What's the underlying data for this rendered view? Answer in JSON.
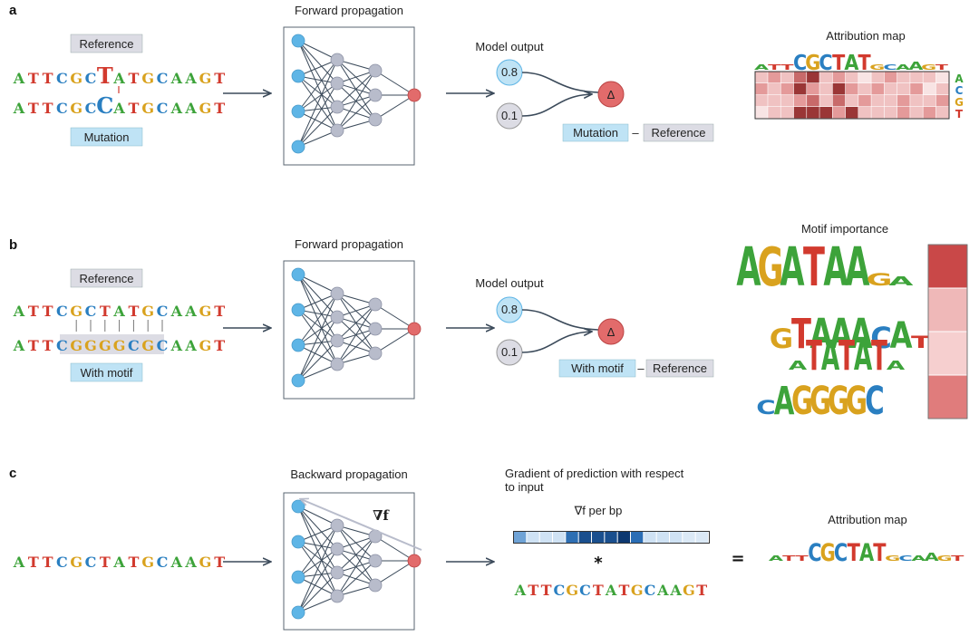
{
  "panels": {
    "a": {
      "letter": "a",
      "reference_label": "Reference",
      "mutation_label": "Mutation",
      "reference_seq": "ATTCGCTATGCAAGT",
      "mutation_seq": "ATTCGCCATGCAAGT",
      "step_title": "Forward propagation",
      "output_title": "Model output",
      "output_high": "0.8",
      "output_low": "0.1",
      "delta": "Δ",
      "diff_left": "Mutation",
      "diff_minus": "–",
      "diff_right": "Reference",
      "map_title": "Attribution map",
      "map_seq": "ATTCGCTATGCAAGT",
      "map_rows": [
        "A",
        "C",
        "G",
        "T"
      ]
    },
    "b": {
      "letter": "b",
      "reference_label": "Reference",
      "motif_label": "With motif",
      "reference_seq": "ATTCGCTATGCAAGT",
      "motif_seq": "ATTCGGGGCGCAAGT",
      "step_title": "Forward propagation",
      "output_title": "Model output",
      "output_high": "0.8",
      "output_low": "0.1",
      "delta": "Δ",
      "diff_left": "With motif",
      "diff_minus": "–",
      "diff_right": "Reference",
      "importance_title": "Motif importance",
      "motifs": [
        "AGATAAGA",
        "GTAAACAT",
        "ATATATA",
        "CAGGGGC"
      ]
    },
    "c": {
      "letter": "c",
      "input_seq": "ATTCGCTATGCAAGT",
      "step_title": "Backward propagation",
      "grad_symbol": "∇f",
      "grad_title_line1": "Gradient of prediction with respect",
      "grad_title_line2": "to input",
      "per_bp_label": "∇f per bp",
      "multiply": "*",
      "grad_seq": "ATTCGCTATGCAAGT",
      "equals": "=",
      "map_title": "Attribution map",
      "map_seq": "ATTCGCTATGCAAGT"
    }
  },
  "colors": {
    "A": "#3da33a",
    "C": "#2a7fc1",
    "G": "#d9a21e",
    "T": "#d23a2e",
    "node_blue": "#5eb5e6",
    "node_gray": "#b8bccb",
    "node_red": "#e26b6b",
    "label_blue": "#bfe3f5",
    "label_gray": "#dcdce4"
  }
}
